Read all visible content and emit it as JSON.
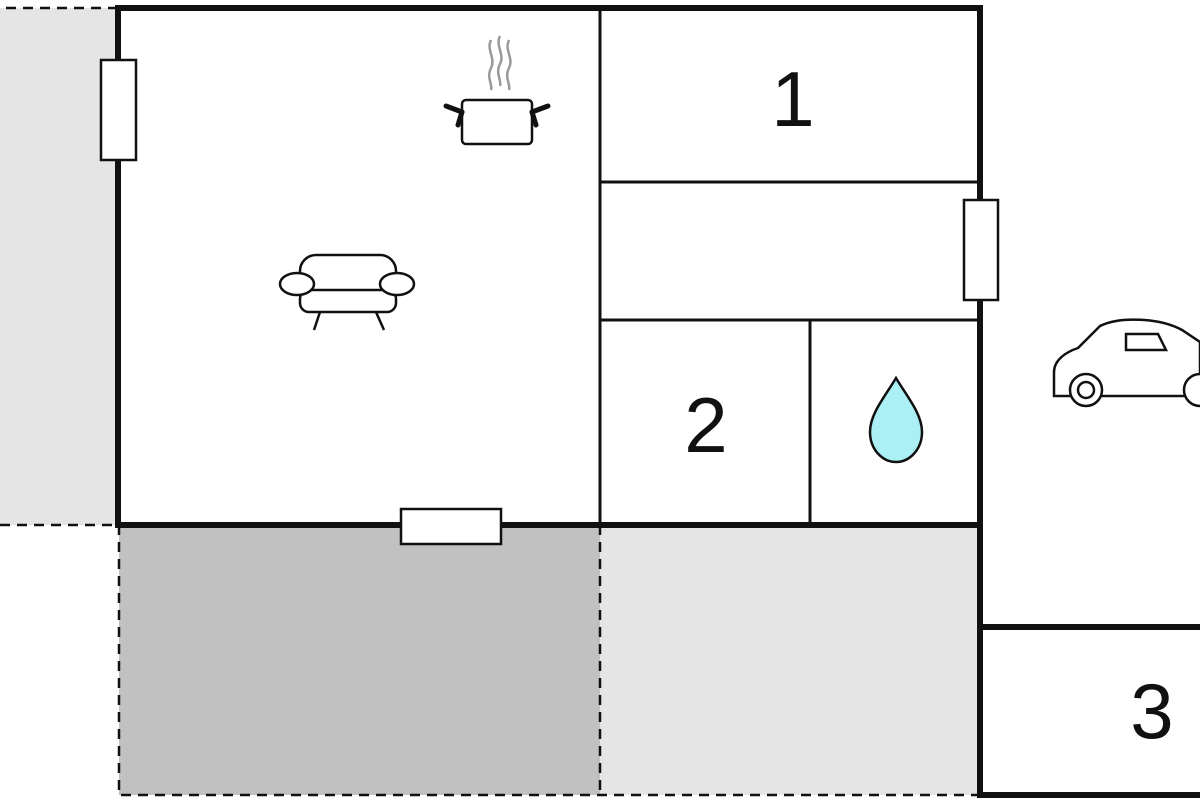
{
  "rooms": {
    "room_1": {
      "label": "1"
    },
    "room_2": {
      "label": "2"
    },
    "room_3": {
      "label": "3"
    }
  },
  "icons": {
    "living_room": "sofa-icon",
    "kitchen": "cooking-pot-icon",
    "bathroom": "water-drop-icon",
    "parking": "car-icon"
  },
  "colors": {
    "wall": "#111111",
    "terrace_dark": "#c1c1c1",
    "terrace_light": "#e5e5e5",
    "water": "#aaf0f5",
    "steam": "#9a9a9a"
  }
}
